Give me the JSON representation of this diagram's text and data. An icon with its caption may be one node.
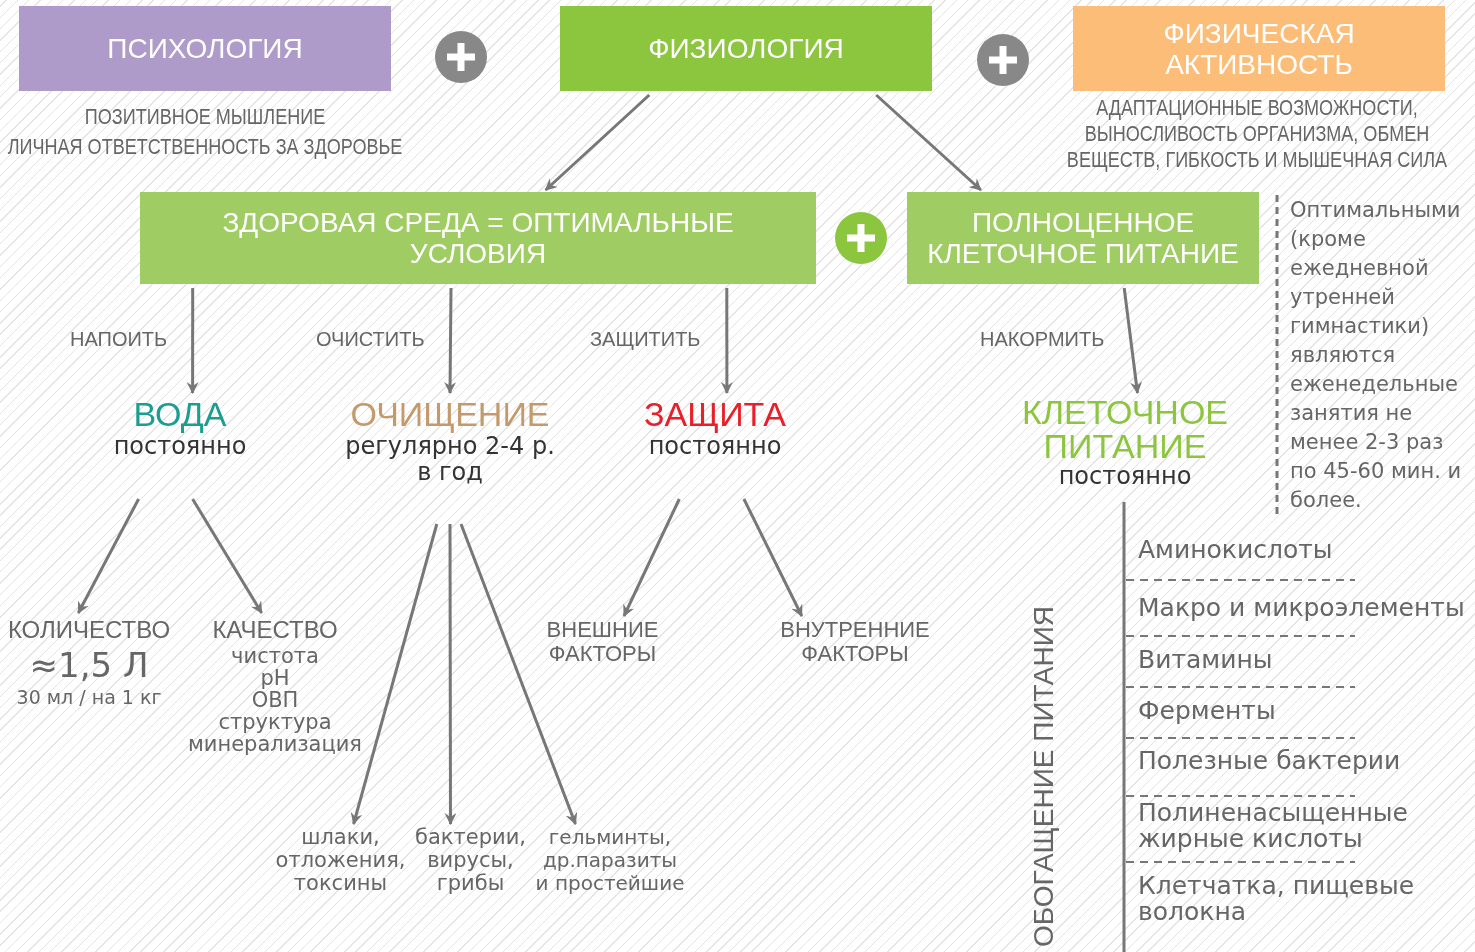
{
  "diagram": {
    "nodes": [
      {
        "text": [
          "ПСИХОЛОГИЯ"
        ],
        "beside": [
          "ПОЗИТИВНОЕ МЫШЛЕНИЕ",
          "ЛИЧНАЯ ОТВЕТСТВЕННОСТЬ ЗА ЗДОРОВЬЕ"
        ]
      },
      {
        "text": [
          "ФИЗИОЛОГИЯ"
        ]
      },
      {
        "text": [
          "ФИЗИЧЕСКАЯ АКТИВНОСТЬ"
        ],
        "beside": [
          "АДАПТАЦИОННЫЕ ВОЗМОЖНОСТИ, ВЫНОСЛИВОСТЬ ОРГАНИЗМА, ОБМЕН ВЕЩЕСТВ, ГИБКОСТЬ И МЫШЕЧНАЯ СИЛА"
        ]
      },
      {
        "text": [
          "ЗДОРОВАЯ СРЕДА = ОПТИМАЛЬНЫЕ УСЛОВИЯ"
        ]
      },
      {
        "text": [
          "ПОЛНОЦЕННОЕ КЛЕТОЧНОЕ ПИТАНИЕ"
        ]
      },
      {
        "text": [
          "ВОДА",
          "постоянно"
        ]
      },
      {
        "text": [
          "ОЧИЩЕНИЕ",
          "регулярно 2-4 р. в год"
        ]
      },
      {
        "text": [
          "ЗАЩИТА",
          "постоянно"
        ]
      },
      {
        "text": [
          "КЛЕТОЧНОЕ ПИТАНИЕ",
          "постоянно"
        ]
      },
      {
        "text": [
          "КОЛИЧЕСТВО",
          "≈1,5 Л",
          "30 мл / на 1 кг"
        ]
      },
      {
        "text": [
          "КАЧЕСТВО",
          "чистота pH ОВП структура минерализация"
        ]
      },
      {
        "text": [
          "шлаки, отложения, токсины"
        ]
      },
      {
        "text": [
          "бактерии, вирусы, грибы"
        ]
      },
      {
        "text": [
          "гельминты, др.паразиты и простейшие"
        ]
      },
      {
        "text": [
          "ВНЕШНИЕ ФАКТОРЫ"
        ]
      },
      {
        "text": [
          "ВНУТРЕННИЕ ФАКТОРЫ"
        ]
      }
    ],
    "edges": [
      {
        "from": 1,
        "to": 3,
        "arrow": "to"
      },
      {
        "from": 1,
        "to": 4,
        "arrow": "to"
      },
      {
        "from": 3,
        "to": 5,
        "arrow": "to",
        "label": "НАПОИТЬ"
      },
      {
        "from": 3,
        "to": 6,
        "arrow": "to",
        "label": "ОЧИСТИТЬ"
      },
      {
        "from": 3,
        "to": 7,
        "arrow": "to",
        "label": "ЗАЩИТИТЬ"
      },
      {
        "from": 4,
        "to": 8,
        "arrow": "to",
        "label": "НАКОРМИТЬ"
      },
      {
        "from": 5,
        "to": 9,
        "arrow": "to"
      },
      {
        "from": 5,
        "to": 10,
        "arrow": "to"
      },
      {
        "from": 6,
        "to": 11,
        "arrow": "to"
      },
      {
        "from": 6,
        "to": 12,
        "arrow": "to"
      },
      {
        "from": 6,
        "to": 13,
        "arrow": "to"
      },
      {
        "from": 7,
        "to": 14,
        "arrow": "to"
      },
      {
        "from": 7,
        "to": 15,
        "arrow": "to"
      }
    ],
    "labels": [
      "Оптимальными (кроме ежедневной утренней гимнастики) являются еженедельные занятия не менее 2-3 раз по 45-60 мин. и более.",
      "ОБОГАЩЕНИЕ ПИТАНИЯ",
      "Аминокислоты",
      "Макро и микроэлементы",
      "Витамины",
      "Ферменты",
      "Полезные бактерии",
      "Полиненасыщенные жирные кислоты",
      "Клетчатка, пищевые волокна"
    ]
  }
}
